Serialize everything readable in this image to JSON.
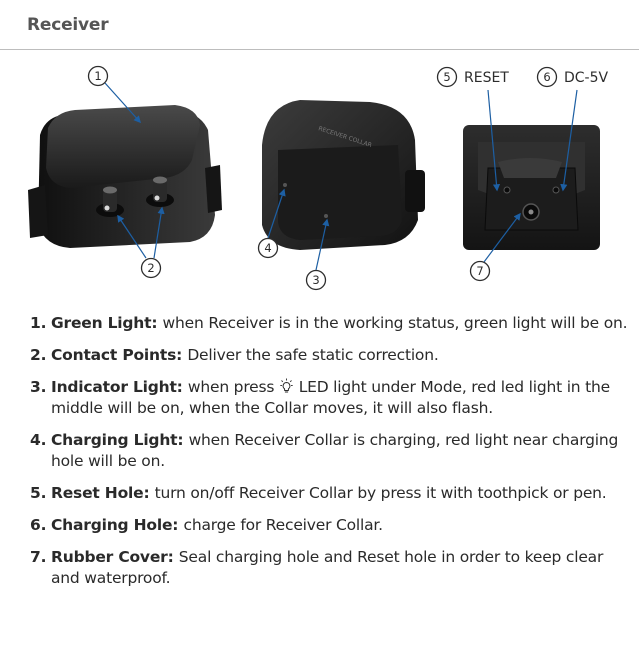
{
  "header": {
    "title": "Receiver"
  },
  "figure": {
    "callouts": [
      {
        "number": "1",
        "label": ""
      },
      {
        "number": "2",
        "label": ""
      },
      {
        "number": "3",
        "label": ""
      },
      {
        "number": "4",
        "label": ""
      },
      {
        "number": "5",
        "label": "RESET"
      },
      {
        "number": "6",
        "label": "DC-5V"
      },
      {
        "number": "7",
        "label": ""
      }
    ],
    "colors": {
      "leader": "#1d5fa3",
      "device": "#1e1e1e"
    }
  },
  "items": [
    {
      "num": "1.",
      "term": "Green Light:",
      "desc": "when Receiver is in the working status, green light will be on."
    },
    {
      "num": "2.",
      "term": "Contact Points:",
      "desc": "Deliver the safe static correction."
    },
    {
      "num": "3.",
      "term": "Indicator Light:",
      "desc_before": "when press",
      "icon": "led-bulb-icon",
      "desc_after": "LED light under Mode, red led light in the middle will be on, when the Collar moves, it will also flash."
    },
    {
      "num": "4.",
      "term": "Charging Light:",
      "desc": "when Receiver Collar is charging, red light near charging hole will be on."
    },
    {
      "num": "5.",
      "term": "Reset Hole:",
      "desc": "turn on/off Receiver Collar by press it with toothpick or pen."
    },
    {
      "num": "6.",
      "term": "Charging Hole:",
      "desc": "charge for Receiver Collar."
    },
    {
      "num": "7.",
      "term": "Rubber Cover:",
      "desc": "Seal charging hole and Reset hole in order to keep clear and waterproof."
    }
  ]
}
